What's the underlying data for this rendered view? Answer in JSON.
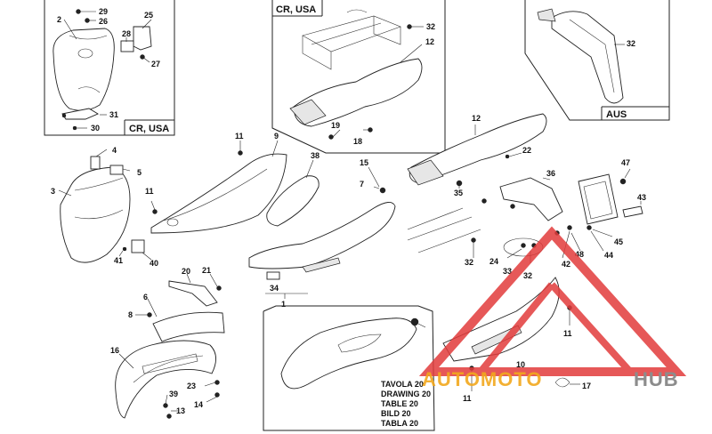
{
  "panels": {
    "top_left_label": "CR, USA",
    "top_center_label": "CR, USA",
    "top_right_label": "AUS"
  },
  "callouts": [
    {
      "id": "c29",
      "label": "29"
    },
    {
      "id": "c26",
      "label": "26"
    },
    {
      "id": "c2",
      "label": "2"
    },
    {
      "id": "c25",
      "label": "25"
    },
    {
      "id": "c28",
      "label": "28"
    },
    {
      "id": "c27",
      "label": "27"
    },
    {
      "id": "c31",
      "label": "31"
    },
    {
      "id": "c30",
      "label": "30"
    },
    {
      "id": "c32a",
      "label": "32"
    },
    {
      "id": "c12a",
      "label": "12"
    },
    {
      "id": "c19",
      "label": "19"
    },
    {
      "id": "c18",
      "label": "18"
    },
    {
      "id": "c32b",
      "label": "32"
    },
    {
      "id": "c12b",
      "label": "12"
    },
    {
      "id": "c22",
      "label": "22"
    },
    {
      "id": "c35",
      "label": "35"
    },
    {
      "id": "c36",
      "label": "36"
    },
    {
      "id": "c47",
      "label": "47"
    },
    {
      "id": "c43",
      "label": "43"
    },
    {
      "id": "c45",
      "label": "45"
    },
    {
      "id": "c44",
      "label": "44"
    },
    {
      "id": "c48",
      "label": "48"
    },
    {
      "id": "c42",
      "label": "42"
    },
    {
      "id": "c24",
      "label": "24"
    },
    {
      "id": "c33",
      "label": "33"
    },
    {
      "id": "c32c",
      "label": "32"
    },
    {
      "id": "c32d",
      "label": "32"
    },
    {
      "id": "c4",
      "label": "4"
    },
    {
      "id": "c5",
      "label": "5"
    },
    {
      "id": "c3",
      "label": "3"
    },
    {
      "id": "c11a",
      "label": "11"
    },
    {
      "id": "c41",
      "label": "41"
    },
    {
      "id": "c40",
      "label": "40"
    },
    {
      "id": "c11b",
      "label": "11"
    },
    {
      "id": "c9",
      "label": "9"
    },
    {
      "id": "c38",
      "label": "38"
    },
    {
      "id": "c15",
      "label": "15"
    },
    {
      "id": "c7",
      "label": "7"
    },
    {
      "id": "c34",
      "label": "34"
    },
    {
      "id": "c1",
      "label": "1"
    },
    {
      "id": "c20",
      "label": "20"
    },
    {
      "id": "c21",
      "label": "21"
    },
    {
      "id": "c6",
      "label": "6"
    },
    {
      "id": "c8",
      "label": "8"
    },
    {
      "id": "c16",
      "label": "16"
    },
    {
      "id": "c23",
      "label": "23"
    },
    {
      "id": "c39",
      "label": "39"
    },
    {
      "id": "c14",
      "label": "14"
    },
    {
      "id": "c13",
      "label": "13"
    },
    {
      "id": "c11c",
      "label": "11"
    },
    {
      "id": "c10",
      "label": "10"
    },
    {
      "id": "c11d",
      "label": "11"
    },
    {
      "id": "c17",
      "label": "17"
    }
  ],
  "drawing_table": [
    "TAVOLA 20",
    "DRAWING 20",
    "TABLE 20",
    "BILD 20",
    "TABLA 20"
  ],
  "watermark": {
    "text_auto": "AUTOMOTO",
    "text_hub": "HUB",
    "color_red": "#e23b3b",
    "color_gold": "#f2a81d",
    "color_gray": "#8c8c8c"
  }
}
